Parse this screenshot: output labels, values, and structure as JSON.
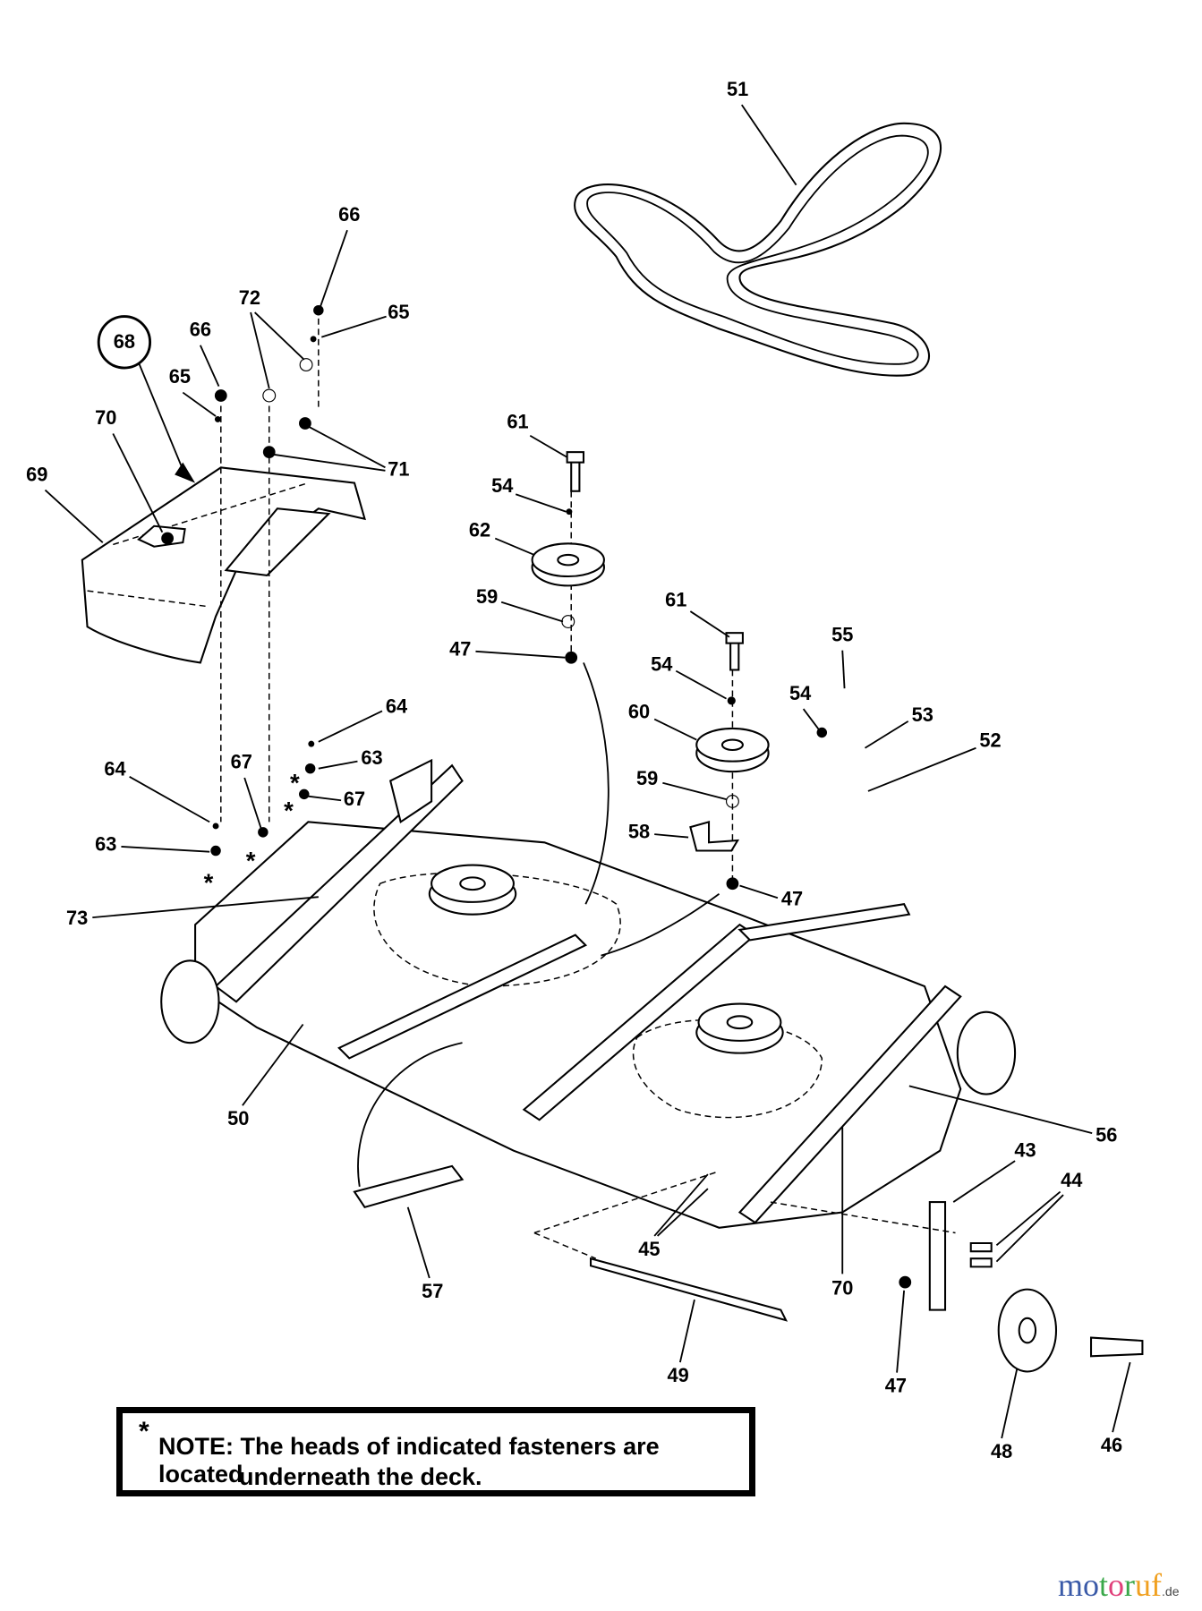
{
  "callouts": [
    "51",
    "66",
    "65",
    "72",
    "66",
    "65",
    "68",
    "70",
    "69",
    "71",
    "61",
    "54",
    "62",
    "59",
    "47",
    "61",
    "54",
    "60",
    "59",
    "58",
    "47",
    "55",
    "54",
    "53",
    "52",
    "64",
    "63",
    "67",
    "67",
    "64",
    "63",
    "73",
    "50",
    "57",
    "45",
    "49",
    "70",
    "56",
    "43",
    "44",
    "47",
    "48",
    "46"
  ],
  "asterisk": "*",
  "note": {
    "line1": "NOTE: The heads of indicated fasteners are located",
    "line2": "underneath the deck."
  },
  "watermark": {
    "letters": [
      "m",
      "o",
      "t",
      "o",
      "r",
      "u",
      "f"
    ],
    "suffix": ".de",
    "colors": [
      "#3a5aa8",
      "#3a5aa8",
      "#3aa84a",
      "#e0407a",
      "#3aa84a",
      "#f0a020",
      "#f0a020"
    ]
  }
}
